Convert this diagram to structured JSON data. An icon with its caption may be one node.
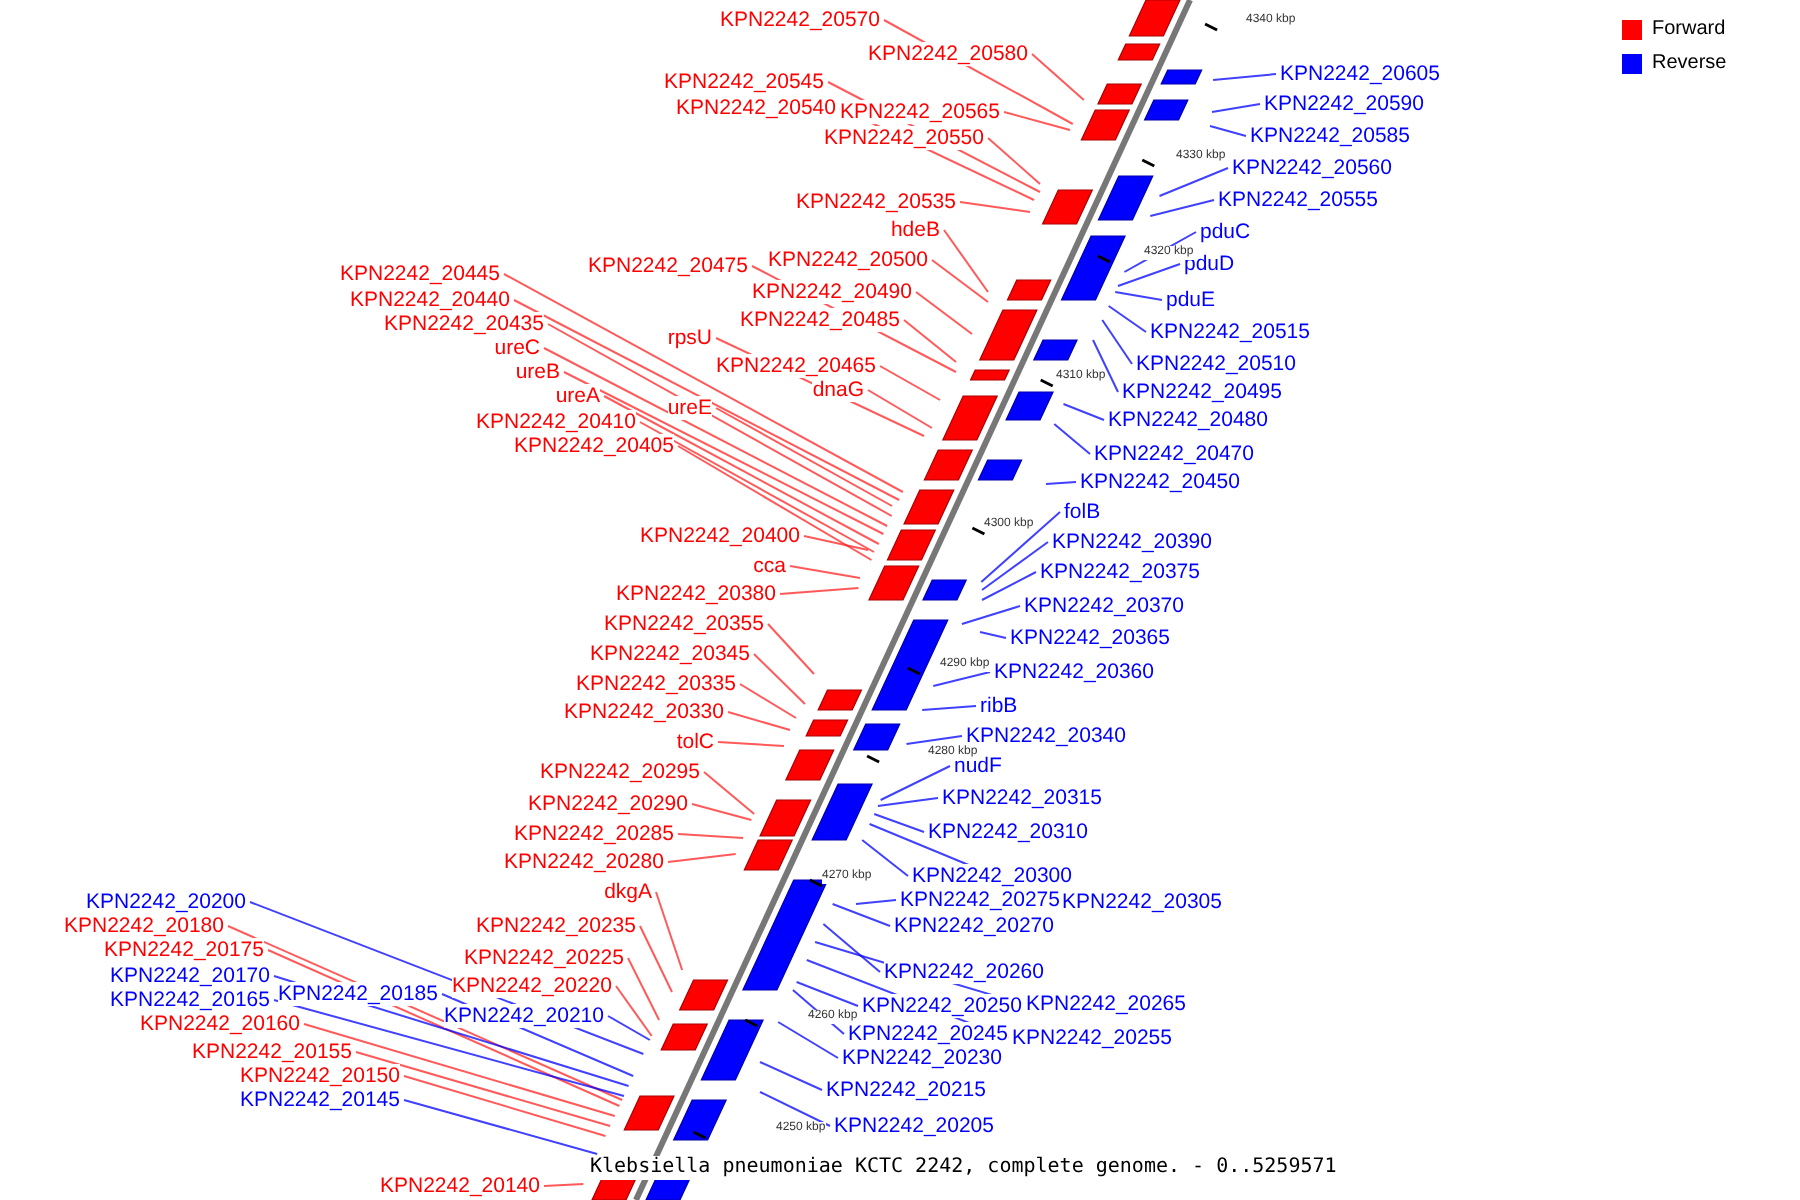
{
  "diagram": {
    "caption": "Klebsiella pneumoniae KCTC 2242, complete genome. - 0..5259571",
    "nodes": [
      {
        "text": [
          "KPN2242_20570"
        ]
      },
      {
        "text": [
          "KPN2242_20580"
        ]
      },
      {
        "text": [
          "KPN2242_20605"
        ]
      },
      {
        "text": [
          "KPN2242_20545"
        ]
      },
      {
        "text": [
          "KPN2242_20590"
        ]
      },
      {
        "text": [
          "KPN2242_20540"
        ]
      },
      {
        "text": [
          "KPN2242_20565"
        ]
      },
      {
        "text": [
          "KPN2242_20585"
        ]
      },
      {
        "text": [
          "KPN2242_20550"
        ]
      },
      {
        "text": [
          "KPN2242_20560"
        ]
      },
      {
        "text": [
          "KPN2242_20555"
        ]
      },
      {
        "text": [
          "KPN2242_20535"
        ]
      },
      {
        "text": [
          "hdeB"
        ]
      },
      {
        "text": [
          "pduC"
        ]
      },
      {
        "text": [
          "KPN2242_20500"
        ]
      },
      {
        "text": [
          "pduD"
        ]
      },
      {
        "text": [
          "KPN2242_20475"
        ]
      },
      {
        "text": [
          "KPN2242_20445"
        ]
      },
      {
        "text": [
          "KPN2242_20490"
        ]
      },
      {
        "text": [
          "KPN2242_20440"
        ]
      },
      {
        "text": [
          "pduE"
        ]
      },
      {
        "text": [
          "KPN2242_20485"
        ]
      },
      {
        "text": [
          "KPN2242_20435"
        ]
      },
      {
        "text": [
          "KPN2242_20515"
        ]
      },
      {
        "text": [
          "rpsU"
        ]
      },
      {
        "text": [
          "ureC"
        ]
      },
      {
        "text": [
          "KPN2242_20510"
        ]
      },
      {
        "text": [
          "KPN2242_20465"
        ]
      },
      {
        "text": [
          "ureB"
        ]
      },
      {
        "text": [
          "dnaG"
        ]
      },
      {
        "text": [
          "KPN2242_20495"
        ]
      },
      {
        "text": [
          "ureA"
        ]
      },
      {
        "text": [
          "ureE"
        ]
      },
      {
        "text": [
          "KPN2242_20480"
        ]
      },
      {
        "text": [
          "KPN2242_20410"
        ]
      },
      {
        "text": [
          "KPN2242_20405"
        ]
      },
      {
        "text": [
          "KPN2242_20470"
        ]
      },
      {
        "text": [
          "KPN2242_20450"
        ]
      },
      {
        "text": [
          "folB"
        ]
      },
      {
        "text": [
          "KPN2242_20400"
        ]
      },
      {
        "text": [
          "KPN2242_20390"
        ]
      },
      {
        "text": [
          "cca"
        ]
      },
      {
        "text": [
          "KPN2242_20375"
        ]
      },
      {
        "text": [
          "KPN2242_20380"
        ]
      },
      {
        "text": [
          "KPN2242_20370"
        ]
      },
      {
        "text": [
          "KPN2242_20355"
        ]
      },
      {
        "text": [
          "KPN2242_20365"
        ]
      },
      {
        "text": [
          "KPN2242_20345"
        ]
      },
      {
        "text": [
          "KPN2242_20360"
        ]
      },
      {
        "text": [
          "KPN2242_20335"
        ]
      },
      {
        "text": [
          "ribB"
        ]
      },
      {
        "text": [
          "KPN2242_20330"
        ]
      },
      {
        "text": [
          "KPN2242_20340"
        ]
      },
      {
        "text": [
          "tolC"
        ]
      },
      {
        "text": [
          "nudF"
        ]
      },
      {
        "text": [
          "KPN2242_20295"
        ]
      },
      {
        "text": [
          "KPN2242_20315"
        ]
      },
      {
        "text": [
          "KPN2242_20290"
        ]
      },
      {
        "text": [
          "KPN2242_20310"
        ]
      },
      {
        "text": [
          "KPN2242_20285"
        ]
      },
      {
        "text": [
          "KPN2242_20280"
        ]
      },
      {
        "text": [
          "KPN2242_20300"
        ]
      },
      {
        "text": [
          "dkgA"
        ]
      },
      {
        "text": [
          "KPN2242_20275"
        ]
      },
      {
        "text": [
          "KPN2242_20305"
        ]
      },
      {
        "text": [
          "KPN2242_20200"
        ]
      },
      {
        "text": [
          "KPN2242_20235"
        ]
      },
      {
        "text": [
          "KPN2242_20180"
        ]
      },
      {
        "text": [
          "KPN2242_20270"
        ]
      },
      {
        "text": [
          "KPN2242_20175"
        ]
      },
      {
        "text": [
          "KPN2242_20225"
        ]
      },
      {
        "text": [
          "KPN2242_20260"
        ]
      },
      {
        "text": [
          "KPN2242_20170"
        ]
      },
      {
        "text": [
          "KPN2242_20220"
        ]
      },
      {
        "text": [
          "KPN2242_20185"
        ]
      },
      {
        "text": [
          "KPN2242_20165"
        ]
      },
      {
        "text": [
          "KPN2242_20265"
        ]
      },
      {
        "text": [
          "KPN2242_20250"
        ]
      },
      {
        "text": [
          "KPN2242_20210"
        ]
      },
      {
        "text": [
          "KPN2242_20160"
        ]
      },
      {
        "text": [
          "KPN2242_20245"
        ]
      },
      {
        "text": [
          "KPN2242_20255"
        ]
      },
      {
        "text": [
          "KPN2242_20155"
        ]
      },
      {
        "text": [
          "KPN2242_20230"
        ]
      },
      {
        "text": [
          "KPN2242_20150"
        ]
      },
      {
        "text": [
          "KPN2242_20215"
        ]
      },
      {
        "text": [
          "KPN2242_20145"
        ]
      },
      {
        "text": [
          "KPN2242_20205"
        ]
      },
      {
        "text": [
          "KPN2242_20140"
        ]
      }
    ],
    "edges": [
      {
        "from": 0,
        "to": null,
        "arrow": "none"
      },
      {
        "from": 1,
        "to": null,
        "arrow": "none"
      },
      {
        "from": 2,
        "to": null,
        "arrow": "none",
        "color": "#0000ff"
      },
      {
        "from": 3,
        "to": null,
        "arrow": "none"
      },
      {
        "from": 4,
        "to": null,
        "arrow": "none",
        "color": "#0000ff"
      },
      {
        "from": 5,
        "to": null,
        "arrow": "none"
      },
      {
        "from": 6,
        "to": null,
        "arrow": "none"
      },
      {
        "from": 7,
        "to": null,
        "arrow": "none",
        "color": "#0000ff"
      },
      {
        "from": 8,
        "to": null,
        "arrow": "none"
      },
      {
        "from": 9,
        "to": null,
        "arrow": "none",
        "color": "#0000ff"
      },
      {
        "from": 10,
        "to": null,
        "arrow": "none",
        "color": "#0000ff"
      },
      {
        "from": 11,
        "to": null,
        "arrow": "none"
      },
      {
        "from": 12,
        "to": null,
        "arrow": "none"
      },
      {
        "from": 13,
        "to": null,
        "arrow": "none",
        "color": "#0000ff"
      },
      {
        "from": 14,
        "to": null,
        "arrow": "none"
      },
      {
        "from": 15,
        "to": null,
        "arrow": "none",
        "color": "#0000ff"
      },
      {
        "from": 16,
        "to": null,
        "arrow": "none"
      },
      {
        "from": 17,
        "to": null,
        "arrow": "none"
      },
      {
        "from": 18,
        "to": null,
        "arrow": "none"
      },
      {
        "from": 19,
        "to": null,
        "arrow": "none"
      },
      {
        "from": 20,
        "to": null,
        "arrow": "none",
        "color": "#0000ff"
      },
      {
        "from": 21,
        "to": null,
        "arrow": "none"
      },
      {
        "from": 22,
        "to": null,
        "arrow": "none"
      },
      {
        "from": 23,
        "to": null,
        "arrow": "none",
        "color": "#0000ff"
      },
      {
        "from": 24,
        "to": null,
        "arrow": "none"
      },
      {
        "from": 25,
        "to": null,
        "arrow": "none"
      },
      {
        "from": 26,
        "to": null,
        "arrow": "none",
        "color": "#0000ff"
      },
      {
        "from": 27,
        "to": null,
        "arrow": "none"
      },
      {
        "from": 28,
        "to": null,
        "arrow": "none"
      },
      {
        "from": 29,
        "to": null,
        "arrow": "none"
      },
      {
        "from": 30,
        "to": null,
        "arrow": "none",
        "color": "#0000ff"
      },
      {
        "from": 31,
        "to": null,
        "arrow": "none"
      },
      {
        "from": 32,
        "to": null,
        "arrow": "none"
      },
      {
        "from": 33,
        "to": null,
        "arrow": "none",
        "color": "#0000ff"
      },
      {
        "from": 34,
        "to": null,
        "arrow": "none"
      },
      {
        "from": 35,
        "to": null,
        "arrow": "none"
      },
      {
        "from": 36,
        "to": null,
        "arrow": "none",
        "color": "#0000ff"
      },
      {
        "from": 37,
        "to": null,
        "arrow": "none",
        "color": "#0000ff"
      },
      {
        "from": 38,
        "to": null,
        "arrow": "none",
        "color": "#0000ff"
      },
      {
        "from": 39,
        "to": null,
        "arrow": "none"
      },
      {
        "from": 40,
        "to": null,
        "arrow": "none",
        "color": "#0000ff"
      },
      {
        "from": 41,
        "to": null,
        "arrow": "none"
      },
      {
        "from": 42,
        "to": null,
        "arrow": "none",
        "color": "#0000ff"
      },
      {
        "from": 43,
        "to": null,
        "arrow": "none"
      },
      {
        "from": 44,
        "to": null,
        "arrow": "none",
        "color": "#0000ff"
      },
      {
        "from": 45,
        "to": null,
        "arrow": "none"
      },
      {
        "from": 46,
        "to": null,
        "arrow": "none",
        "color": "#0000ff"
      },
      {
        "from": 47,
        "to": null,
        "arrow": "none"
      },
      {
        "from": 48,
        "to": null,
        "arrow": "none",
        "color": "#0000ff"
      },
      {
        "from": 49,
        "to": null,
        "arrow": "none"
      },
      {
        "from": 50,
        "to": null,
        "arrow": "none",
        "color": "#0000ff"
      },
      {
        "from": 51,
        "to": null,
        "arrow": "none"
      },
      {
        "from": 52,
        "to": null,
        "arrow": "none",
        "color": "#0000ff"
      },
      {
        "from": 53,
        "to": null,
        "arrow": "none"
      },
      {
        "from": 54,
        "to": null,
        "arrow": "none",
        "color": "#0000ff"
      },
      {
        "from": 55,
        "to": null,
        "arrow": "none"
      },
      {
        "from": 56,
        "to": null,
        "arrow": "none",
        "color": "#0000ff"
      },
      {
        "from": 57,
        "to": null,
        "arrow": "none"
      },
      {
        "from": 58,
        "to": null,
        "arrow": "none",
        "color": "#0000ff"
      },
      {
        "from": 59,
        "to": null,
        "arrow": "none"
      },
      {
        "from": 60,
        "to": null,
        "arrow": "none"
      },
      {
        "from": 61,
        "to": null,
        "arrow": "none",
        "color": "#0000ff"
      },
      {
        "from": 62,
        "to": null,
        "arrow": "none"
      },
      {
        "from": 63,
        "to": null,
        "arrow": "none",
        "color": "#0000ff"
      },
      {
        "from": 64,
        "to": null,
        "arrow": "none",
        "color": "#0000ff"
      },
      {
        "from": 65,
        "to": null,
        "arrow": "none",
        "color": "#0000ff"
      },
      {
        "from": 66,
        "to": null,
        "arrow": "none"
      },
      {
        "from": 67,
        "to": null,
        "arrow": "none"
      },
      {
        "from": 68,
        "to": null,
        "arrow": "none",
        "color": "#0000ff"
      },
      {
        "from": 69,
        "to": null,
        "arrow": "none"
      },
      {
        "from": 70,
        "to": null,
        "arrow": "none"
      },
      {
        "from": 71,
        "to": null,
        "arrow": "none",
        "color": "#0000ff"
      },
      {
        "from": 72,
        "to": null,
        "arrow": "none",
        "color": "#0000ff"
      },
      {
        "from": 73,
        "to": null,
        "arrow": "none"
      },
      {
        "from": 74,
        "to": null,
        "arrow": "none",
        "color": "#0000ff"
      },
      {
        "from": 75,
        "to": null,
        "arrow": "none",
        "color": "#0000ff"
      },
      {
        "from": 76,
        "to": null,
        "arrow": "none",
        "color": "#0000ff"
      },
      {
        "from": 77,
        "to": null,
        "arrow": "none",
        "color": "#0000ff"
      },
      {
        "from": 78,
        "to": null,
        "arrow": "none",
        "color": "#0000ff"
      },
      {
        "from": 79,
        "to": null,
        "arrow": "none"
      },
      {
        "from": 80,
        "to": null,
        "arrow": "none",
        "color": "#0000ff"
      },
      {
        "from": 81,
        "to": null,
        "arrow": "none",
        "color": "#0000ff"
      },
      {
        "from": 82,
        "to": null,
        "arrow": "none"
      },
      {
        "from": 83,
        "to": null,
        "arrow": "none",
        "color": "#0000ff"
      },
      {
        "from": 84,
        "to": null,
        "arrow": "none"
      },
      {
        "from": 85,
        "to": null,
        "arrow": "none",
        "color": "#0000ff"
      },
      {
        "from": 86,
        "to": null,
        "arrow": "none",
        "color": "#0000ff"
      },
      {
        "from": 87,
        "to": null,
        "arrow": "none",
        "color": "#0000ff"
      },
      {
        "from": 88,
        "to": null,
        "arrow": "none"
      }
    ],
    "labels": [
      "4340 kbp",
      "4330 kbp",
      "4320 kbp",
      "4310 kbp",
      "4300 kbp",
      "4290 kbp",
      "4280 kbp",
      "4270 kbp",
      "4260 kbp",
      "4250 kbp"
    ],
    "legend": [
      {
        "text": "Forward",
        "color": "#ff0000"
      },
      {
        "text": "Reverse",
        "color": "#0000ff"
      }
    ]
  }
}
